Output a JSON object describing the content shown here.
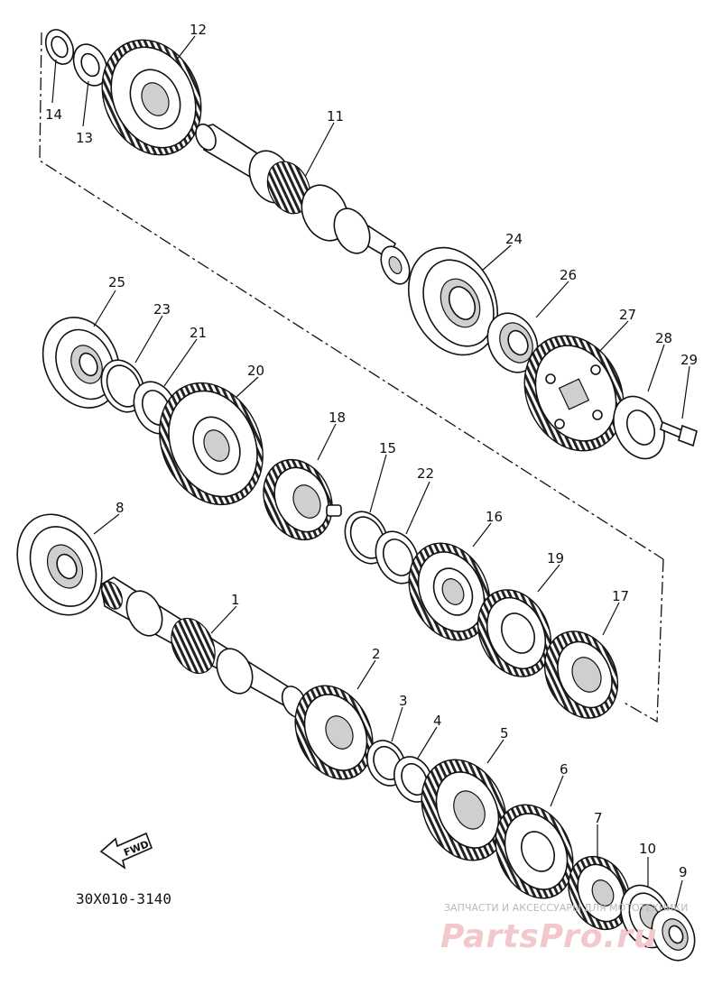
{
  "drawing_code": "30X010-3140",
  "fwd_label": "FWD",
  "watermark": {
    "line1": "ЗАПЧАСТИ И АКСЕССУАРЫ ДЛЯ МОТОТЕХНИКИ",
    "logo_text": "PartsPro.ru"
  },
  "callouts": [
    "1",
    "2",
    "3",
    "4",
    "5",
    "6",
    "7",
    "8",
    "9",
    "10",
    "11",
    "12",
    "13",
    "14",
    "15",
    "16",
    "17",
    "18",
    "19",
    "20",
    "21",
    "22",
    "23",
    "24",
    "25",
    "26",
    "27",
    "28",
    "29"
  ]
}
